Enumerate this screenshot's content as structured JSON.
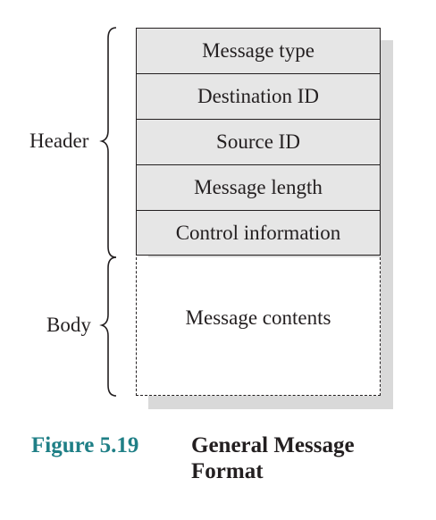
{
  "diagram": {
    "header_fields": [
      {
        "label": "Message type"
      },
      {
        "label": "Destination ID"
      },
      {
        "label": "Source ID"
      },
      {
        "label": "Message length"
      },
      {
        "label": "Control information"
      }
    ],
    "body_field": {
      "label": "Message contents"
    },
    "group_labels": {
      "header": "Header",
      "body": "Body"
    }
  },
  "caption": {
    "figure_number": "Figure 5.19",
    "title": "General Message Format"
  },
  "colors": {
    "field_fill": "#e6e6e6",
    "shadow": "#d9d9d9",
    "caption_accent": "#1f7f86"
  }
}
